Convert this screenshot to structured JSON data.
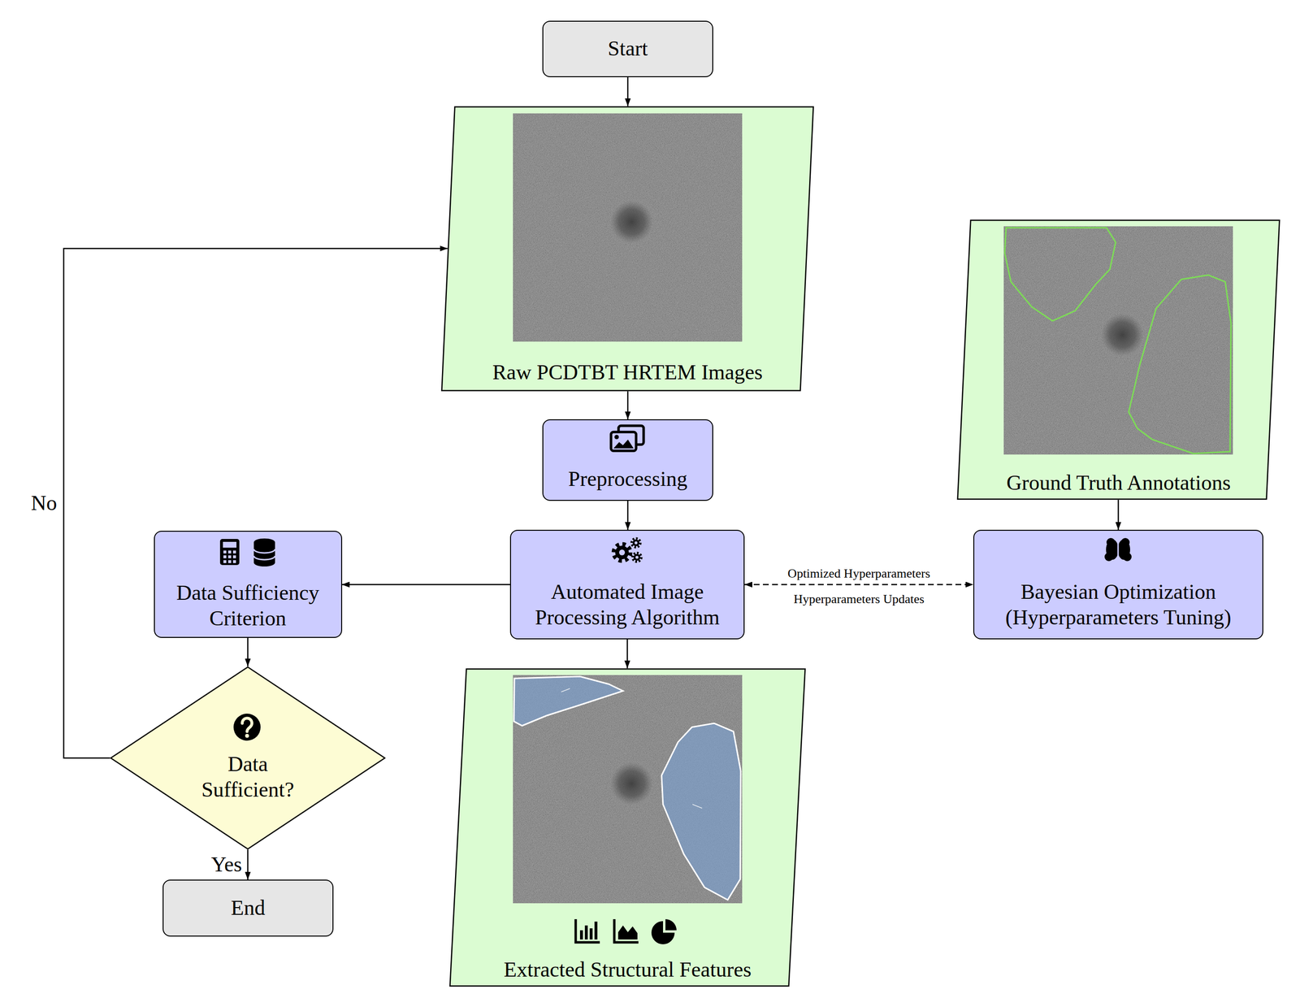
{
  "diagram": {
    "nodes": [
      {
        "text": [
          "Start"
        ]
      },
      {
        "text": [
          "Raw PCDTBT HRTEM Images"
        ]
      },
      {
        "text": [
          "Ground Truth Annotations"
        ]
      },
      {
        "text": [
          "Preprocessing"
        ]
      },
      {
        "text": [
          "Data Sufficiency Criterion"
        ]
      },
      {
        "text": [
          "Automated Image Processing Algorithm"
        ]
      },
      {
        "text": [
          "Bayesian Optimization (Hyperparameters Tuning)"
        ]
      },
      {
        "text": [
          "Data Sufficient?"
        ]
      },
      {
        "text": [
          "Extracted Structural Features"
        ]
      },
      {
        "text": [
          "End"
        ]
      }
    ],
    "edges": [
      {
        "from": 0,
        "to": 1,
        "arrow": "to"
      },
      {
        "from": 1,
        "to": 3,
        "arrow": "to"
      },
      {
        "from": 3,
        "to": 5,
        "arrow": "to"
      },
      {
        "from": 2,
        "to": 6,
        "arrow": "to"
      },
      {
        "from": 5,
        "to": 6,
        "label": "Optimized Hyperparameters",
        "arrow": "both"
      },
      {
        "from": 5,
        "to": 4,
        "arrow": "to"
      },
      {
        "from": 5,
        "to": 8,
        "arrow": "to"
      },
      {
        "from": 4,
        "to": 7,
        "arrow": "to"
      },
      {
        "from": 7,
        "to": 9,
        "label": "Yes",
        "arrow": "to"
      },
      {
        "from": 7,
        "to": 1,
        "label": "No",
        "arrow": "to"
      }
    ],
    "labels": [
      "Hyperparameters Updates"
    ]
  }
}
